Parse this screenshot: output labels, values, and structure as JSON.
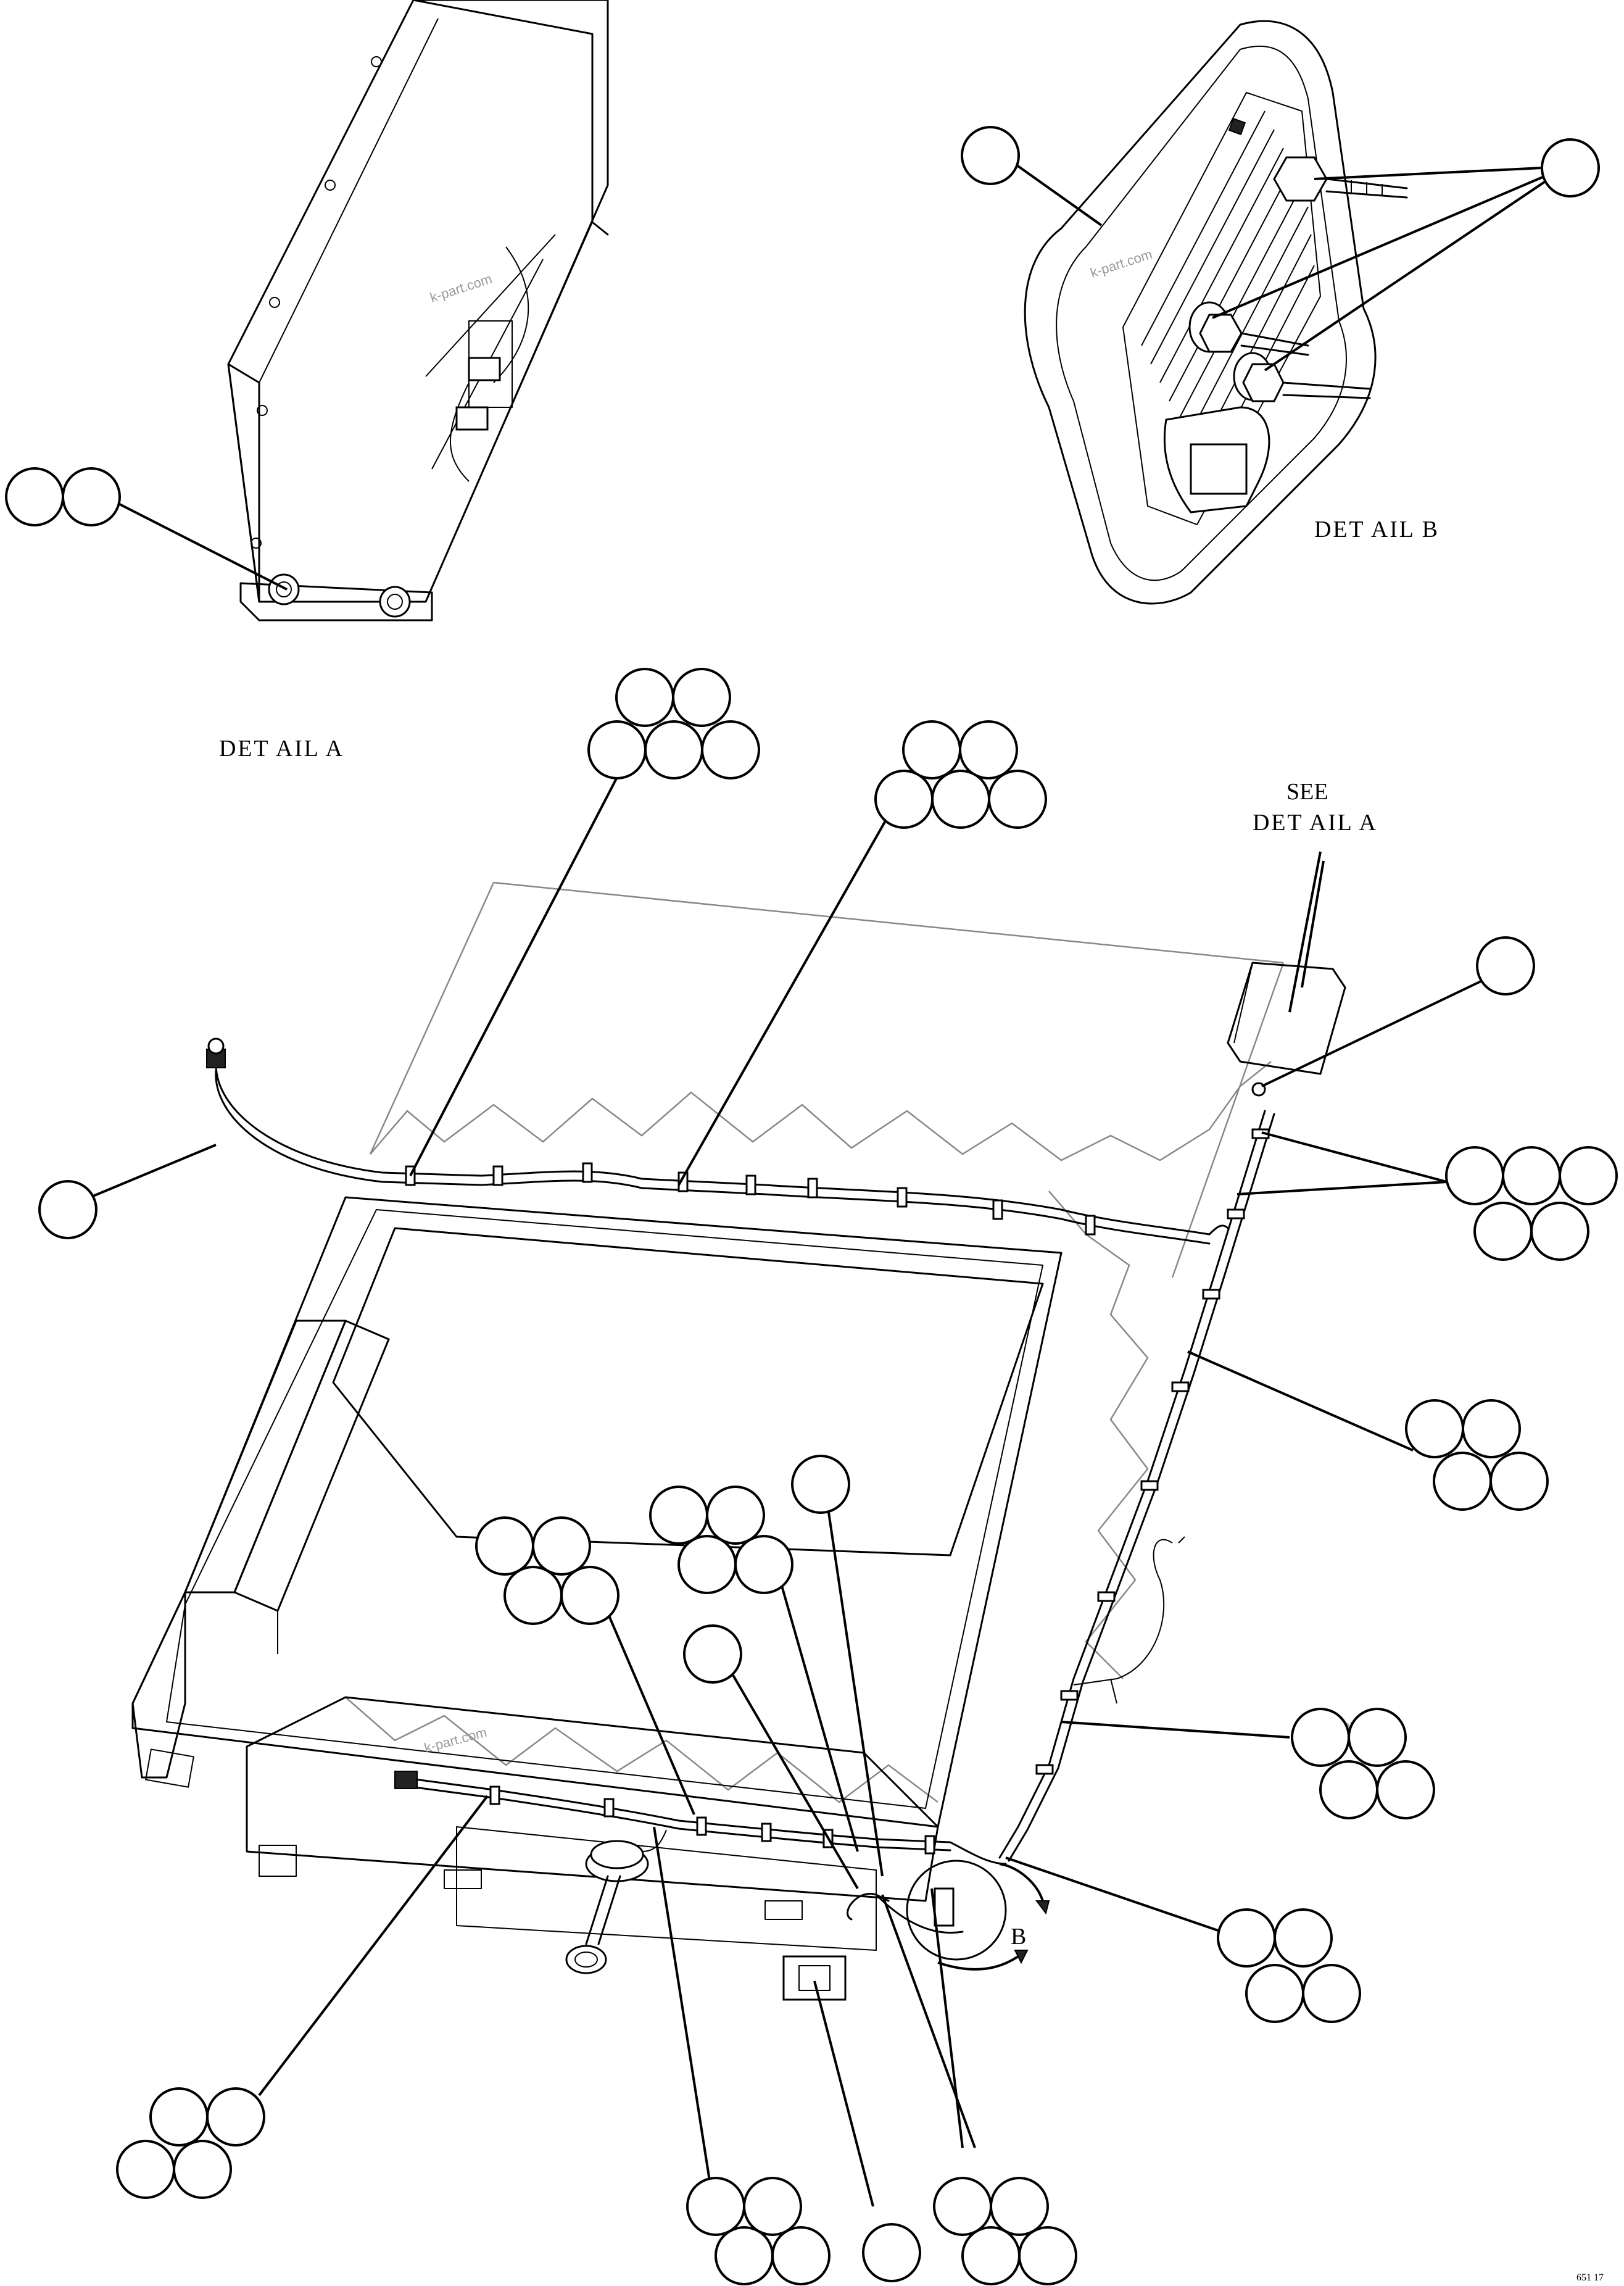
{
  "labels": {
    "detail_a_title": "DET AIL A",
    "detail_b_title": "DET AIL B",
    "see_line1": "SEE",
    "see_line2": "DET AIL A",
    "view_b_marker": "B"
  },
  "watermark": "k-part.com",
  "sheet_ref": "651 17",
  "callout_items": [
    "circle-pair-detail-a",
    "circle-single-detail-b-left",
    "circle-single-detail-b-right",
    "cluster-top-left",
    "cluster-top-middle",
    "circle-right-box",
    "cluster-right-upper",
    "circle-left-connector",
    "cluster-right-middle",
    "cluster-center-left",
    "cluster-center",
    "circle-center-top",
    "circle-center-mid",
    "cluster-right-lower",
    "cluster-right-bottom",
    "cluster-bottom-left",
    "cluster-bottom-middle",
    "circle-bottom-single",
    "cluster-bottom-right"
  ]
}
